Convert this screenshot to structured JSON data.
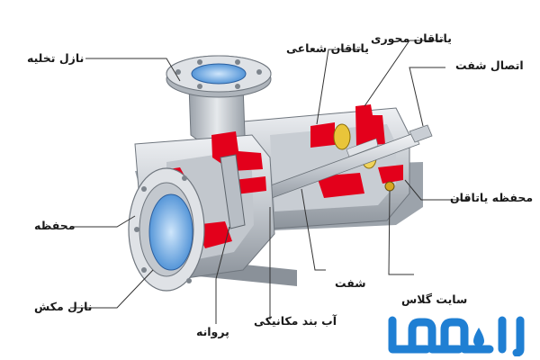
{
  "labels": {
    "discharge_nozzle": "نازل تخلیه",
    "radial_bearing": "یاتاقان شعاعی",
    "axial_bearing": "یاتاقان محوری",
    "shaft_coupling": "اتصال شفت",
    "bearing_housing": "محفظه یاتاقان",
    "casing": "محفظه",
    "suction_nozzle": "نازل مکش",
    "shaft": "شفت",
    "sight_glass": "سایت  گلاس",
    "mechanical_seal": "آب بند مکانیکی",
    "impeller": "پروانه"
  },
  "colors": {
    "metal_light": "#d9dde2",
    "metal_mid": "#aeb4bb",
    "metal_dark": "#7d848c",
    "section_red": "#e3001b",
    "water_blue": "#4a8fd6",
    "logo_blue": "#1f7fd3",
    "leader_line": "#333333"
  }
}
